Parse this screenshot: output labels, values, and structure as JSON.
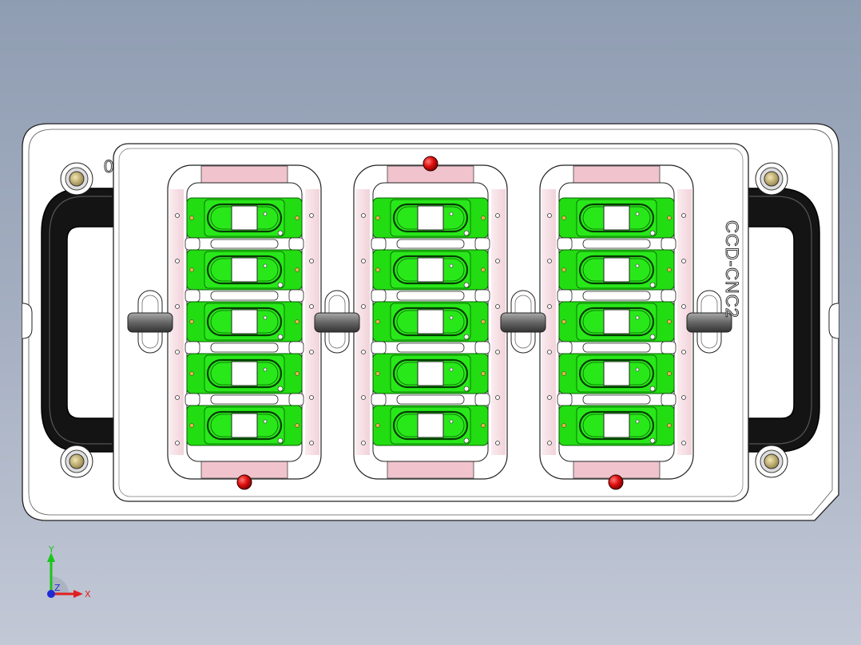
{
  "model": {
    "plate_label": "CCD-CNC2",
    "corner_mark": "0",
    "carrier_columns": 3,
    "cavities_per_column": 5
  },
  "triad": {
    "x_label": "X",
    "y_label": "Y",
    "z_label": "Z"
  },
  "colors": {
    "background_top": "#8f9db2",
    "background_bottom": "#c2c8d6",
    "plate": "#ffffff",
    "handle": "#111111",
    "pcb_green": "#22dd11",
    "rail_pink": "#f1c9d2",
    "locator_red": "#e01010"
  }
}
